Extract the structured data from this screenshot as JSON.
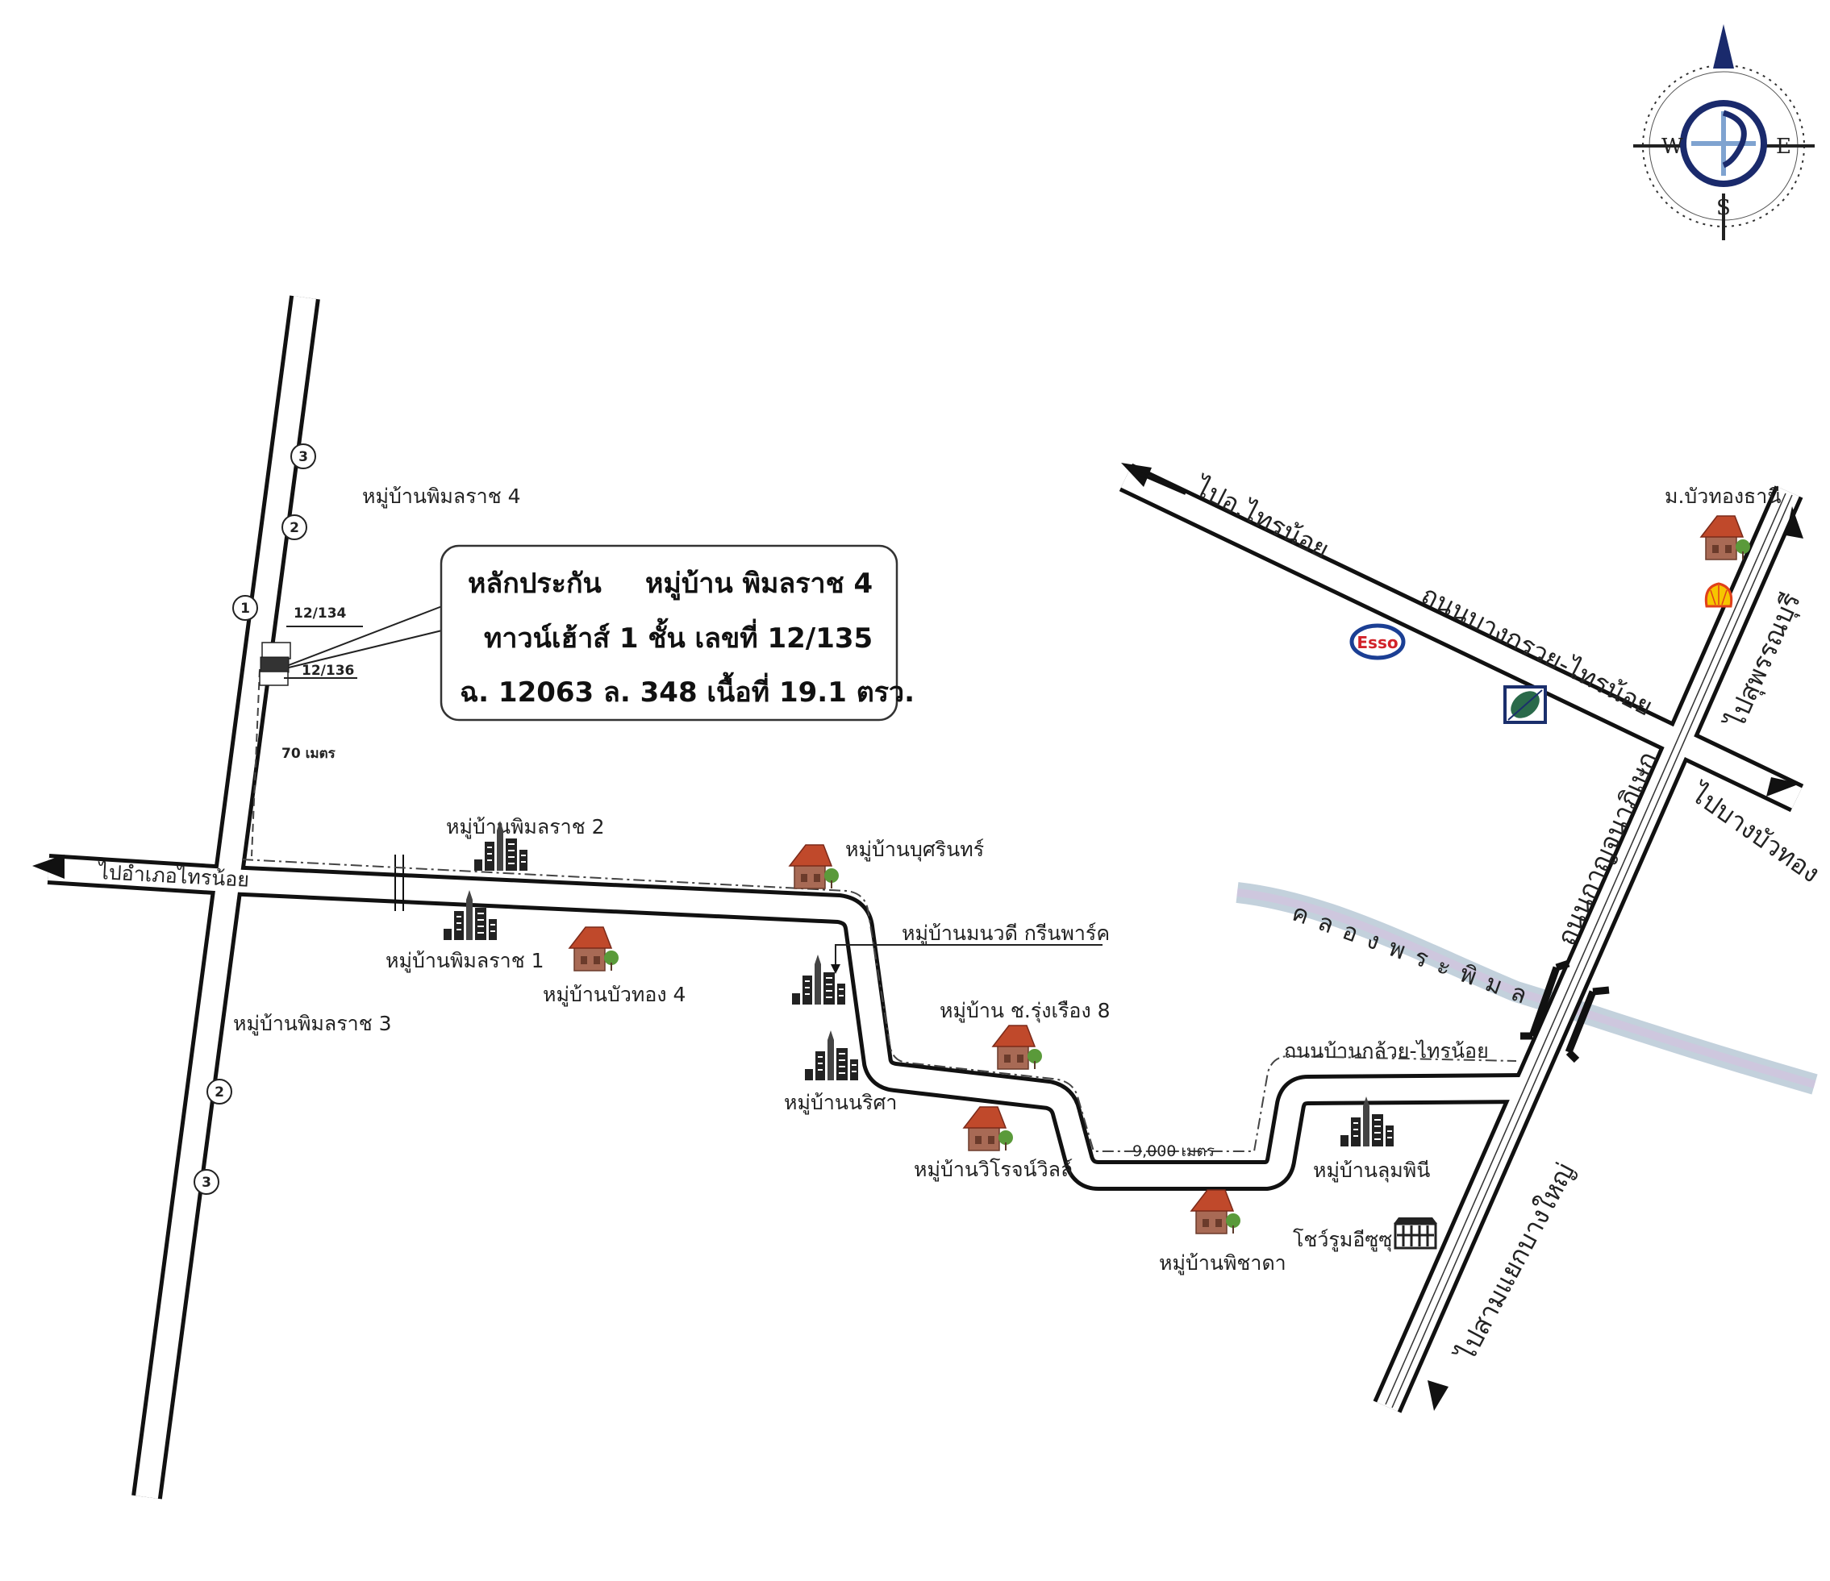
{
  "callout": {
    "line1_left": "หลักประกัน",
    "line1_right": "หมู่บ้าน พิมลราช 4",
    "line2": "ทาวน์เฮ้าส์ 1 ชั้น  เลขที่ 12/135",
    "line3": "ฉ. 12063  ล. 348  เนื้อที่ 19.1 ตรว."
  },
  "plots": {
    "north": "12/134",
    "south": "12/136"
  },
  "distances": {
    "short": "70 เมตร",
    "long": "9,000 เมตร"
  },
  "markers": [
    "1",
    "2",
    "3",
    "2",
    "3"
  ],
  "compass": {
    "west": "W",
    "east": "E",
    "south": "S"
  },
  "roads": {
    "to_amphoe_sai_noi": "ไปอำเภอไทรน้อย",
    "to_o_sai_noi": "ไปอ.ไทรน้อย",
    "bang_kruai_sai_noi": "ถนนบางกรวย-ไทรน้อย",
    "kanchanaphisek": "ถนนกาญจนาภิเษก",
    "to_suphanburi": "ไปสุพรรณบุรี",
    "to_bang_bua_thong": "ไปบางบัวทอง",
    "to_sam_yaek_bang_yai": "ไปสามแยกบางใหญ่",
    "ban_kluai_sai_noi": "ถนนบ้านกล้วย-ไทรน้อย"
  },
  "canal": "คลองพระพิมล",
  "places": {
    "pimonrat4": "หมู่บ้านพิมลราช 4",
    "pimonrat2": "หมู่บ้านพิมลราช 2",
    "pimonrat1": "หมู่บ้านพิมลราช 1",
    "pimonrat3": "หมู่บ้านพิมลราช 3",
    "buathong4": "หมู่บ้านบัวทอง 4",
    "busarin": "หมู่บ้านบุศรินทร์",
    "manawadee": "หมู่บ้านมนวดี กรีนพาร์ค",
    "rungruang8": "หมู่บ้าน ช.รุ่งเรือง 8",
    "narisa": "หมู่บ้านนริศา",
    "wirojville": "หมู่บ้านวิโรจน์วิลล์",
    "lumpini": "หมู่บ้านลุมพินี",
    "pichada": "หมู่บ้านพิชาดา",
    "isuzu": "โชว์รูมอีซูซุ",
    "buathongthani": "ม.บัวทองธานี"
  },
  "logos": {
    "esso": "Esso"
  },
  "colors": {
    "roof": "#c0492b",
    "wall": "#a86a55",
    "tree": "#5a9a3a",
    "esso_red": "#d2232a",
    "esso_blue": "#1b3f94",
    "bangchak": "#2a6a4a",
    "compass": "#1a2a6c"
  }
}
